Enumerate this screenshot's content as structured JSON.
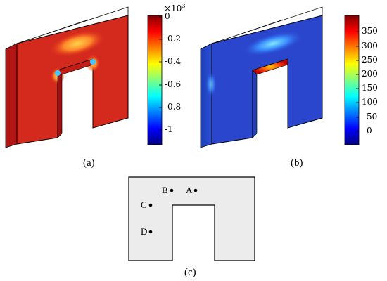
{
  "panel_a": {
    "caption": "(a)",
    "colorbar": {
      "multiplier_base": "×10",
      "multiplier_exp": "3",
      "ticks": [
        "0",
        "-0.2",
        "-0.4",
        "-0.6",
        "-0.8",
        "-1"
      ],
      "colormap": "jet"
    }
  },
  "panel_b": {
    "caption": "(b)",
    "colorbar": {
      "ticks": [
        "350",
        "300",
        "250",
        "200",
        "150",
        "100",
        "50",
        "0"
      ],
      "colormap": "jet"
    }
  },
  "panel_c": {
    "caption": "(c)",
    "points": [
      {
        "label": "A"
      },
      {
        "label": "B"
      },
      {
        "label": "C"
      },
      {
        "label": "D"
      }
    ]
  }
}
